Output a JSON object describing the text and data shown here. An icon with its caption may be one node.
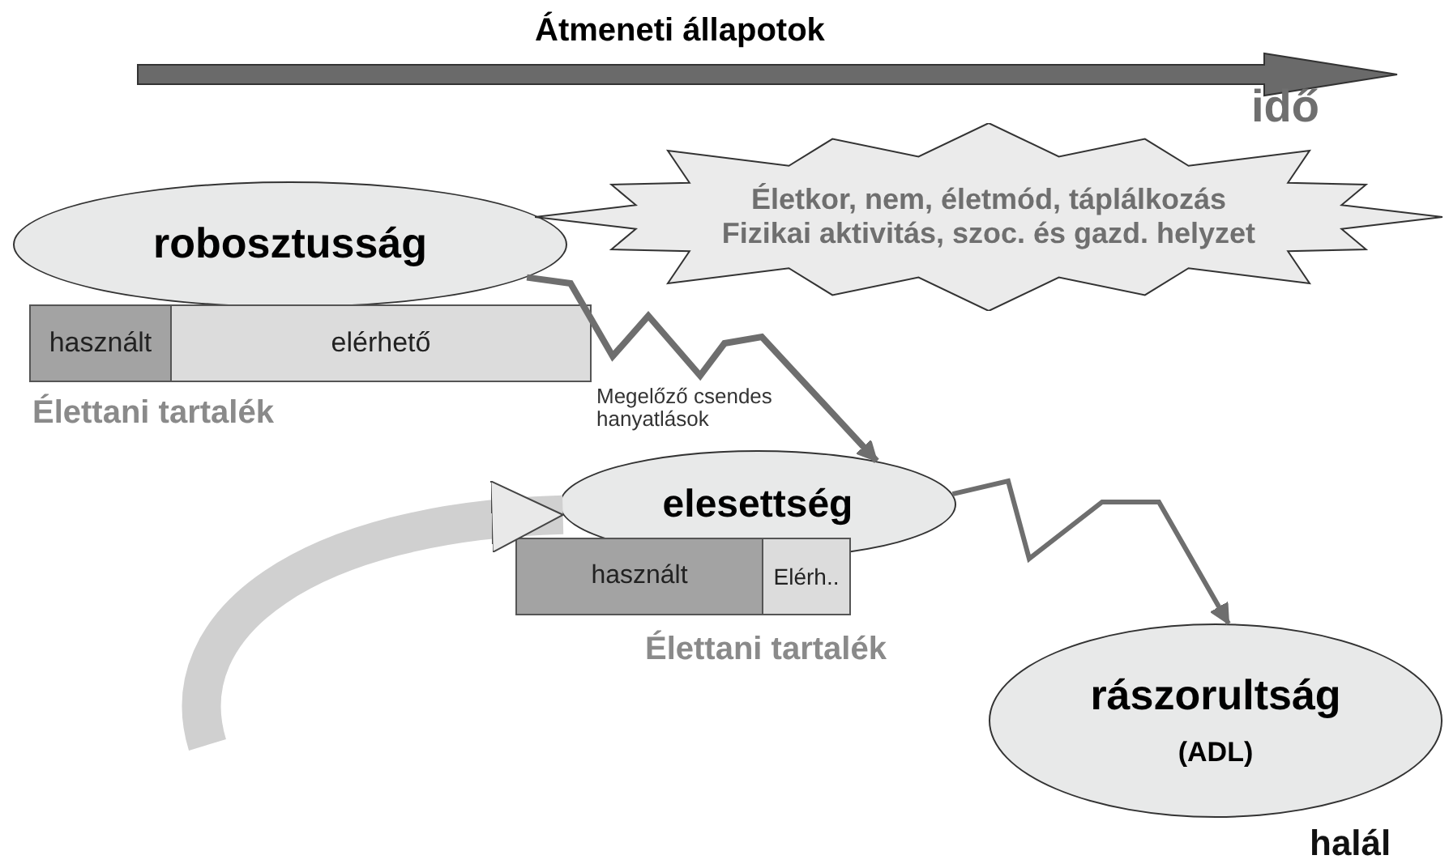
{
  "diagram": {
    "nodes": [
      {
        "text": [
          "robosztusság"
        ]
      },
      {
        "text": [
          "használt"
        ]
      },
      {
        "text": [
          "elérhető"
        ]
      },
      {
        "text": [
          "Életkor, nem, életmód, táplálkozás",
          "Fizikai aktivitás, szoc. és gazd. helyzet"
        ]
      },
      {
        "text": [
          "elesettség"
        ]
      },
      {
        "text": [
          "használt"
        ]
      },
      {
        "text": [
          "Elérh.."
        ]
      },
      {
        "text": [
          "rászorultság",
          "(ADL)"
        ]
      }
    ],
    "edges": [
      {
        "from": 0,
        "to": 4,
        "arrow": "to",
        "label": "Megelőző csendes hanyatlások"
      },
      {
        "from": 4,
        "to": 7,
        "arrow": "to"
      },
      {
        "from": null,
        "to": 4,
        "arrow": "to",
        "style": "thick",
        "color": "#d0d0d0"
      }
    ],
    "labels": [
      "Átmeneti állapotok",
      "idő",
      "Élettani tartalék",
      "Élettani tartalék",
      "halál"
    ]
  }
}
